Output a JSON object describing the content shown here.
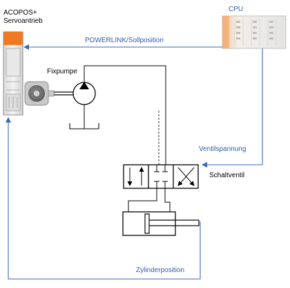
{
  "labels": {
    "servo_line1": "ACOPOS+",
    "servo_line2": "Servoantrieb",
    "cpu": "CPU",
    "powerlink": "POWERLINK/Sollposition",
    "fixpumpe": "Fixpumpe",
    "ventilspannung": "Ventilspannung",
    "schaltventil": "Schaltventil",
    "zylinderposition": "Zylinderposition"
  },
  "colors": {
    "signal_line": "#3a67b8",
    "signal_text": "#2f5ca8",
    "hydraulic_line": "#000000",
    "servo_accent": "#f07a24",
    "cpu_accent": "#f2a66a",
    "motor_body": "#c8c8c8"
  }
}
